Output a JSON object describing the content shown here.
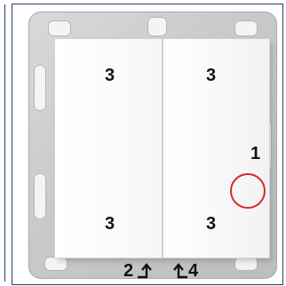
{
  "labels": {
    "top_left": "3",
    "top_right": "3",
    "bottom_left": "3",
    "bottom_right": "3",
    "led_marker": "1",
    "bottom_left_callout": "2",
    "bottom_right_callout": "4"
  },
  "colors": {
    "frame": "#c9c9c9",
    "rocker": "#ffffff",
    "led_ring": "#d8262a",
    "panel_border": "#2d3f63"
  },
  "icons": {
    "left_arrow": "arrow-up-right-icon",
    "right_arrow": "arrow-up-left-icon",
    "led_marker": "circle-icon"
  }
}
